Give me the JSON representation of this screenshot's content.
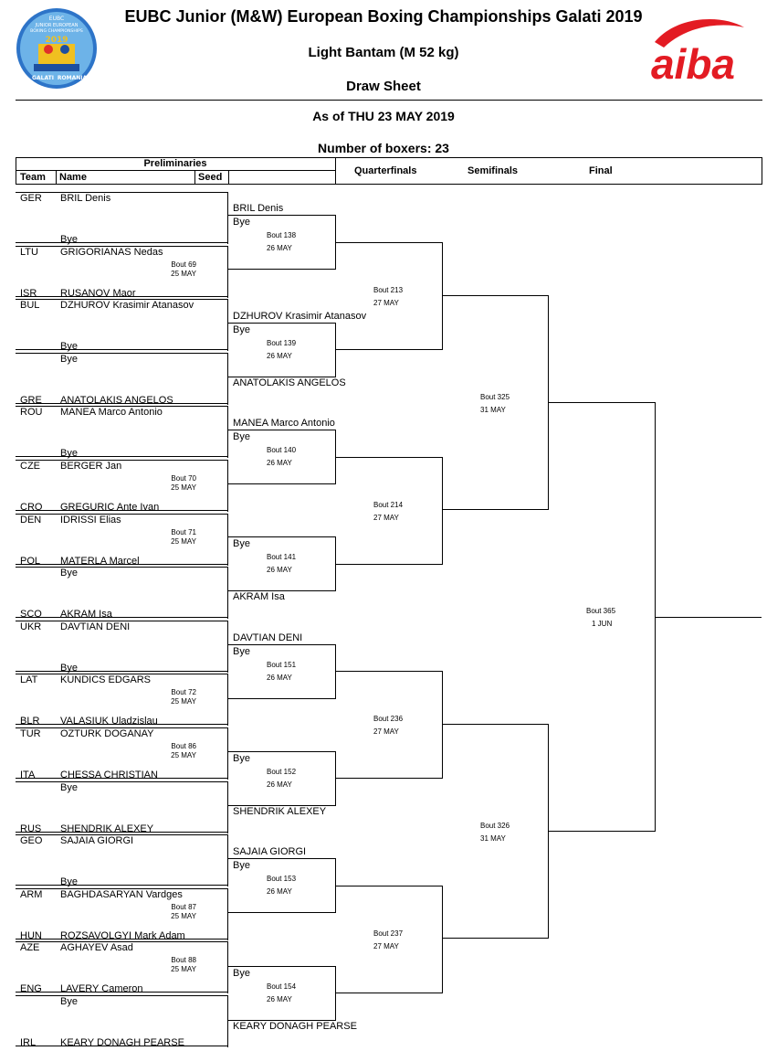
{
  "header": {
    "title": "EUBC Junior (M&W) European Boxing Championships Galati 2019",
    "weight_class": "Light Bantam (M 52 kg)",
    "sheet_type": "Draw Sheet",
    "as_of": "As of THU 23 MAY 2019",
    "boxer_count": "Number of boxers: 23"
  },
  "logos": {
    "left": {
      "year": "2019",
      "city": "GALATI",
      "country": "ROMANIA",
      "org": "EUBC",
      "line1": "JUNIOR EUROPEAN",
      "line2": "BOXING CHAMPIONSHIPS"
    },
    "right": {
      "text": "aiba",
      "color": "#e31b23"
    }
  },
  "columns": {
    "preliminaries": "Preliminaries",
    "team": "Team",
    "name": "Name",
    "seed": "Seed",
    "quarterfinals": "Quarterfinals",
    "semifinals": "Semifinals",
    "final": "Final"
  },
  "entries": [
    {
      "team": "GER",
      "name": "BRIL Denis"
    },
    {
      "team": "",
      "name": "Bye"
    },
    {
      "team": "LTU",
      "name": "GRIGORIANAS Nedas"
    },
    {
      "team": "ISR",
      "name": "RUSANOV Maor"
    },
    {
      "team": "BUL",
      "name": "DZHUROV Krasimir Atanasov"
    },
    {
      "team": "",
      "name": "Bye"
    },
    {
      "team": "",
      "name": "Bye"
    },
    {
      "team": "GRE",
      "name": "ANATOLAKIS ANGELOS"
    },
    {
      "team": "ROU",
      "name": "MANEA Marco Antonio"
    },
    {
      "team": "",
      "name": "Bye"
    },
    {
      "team": "CZE",
      "name": "BERGER Jan"
    },
    {
      "team": "CRO",
      "name": "GREGURIC Ante Ivan"
    },
    {
      "team": "DEN",
      "name": "IDRISSI Elias"
    },
    {
      "team": "POL",
      "name": "MATERLA Marcel"
    },
    {
      "team": "",
      "name": "Bye"
    },
    {
      "team": "SCO",
      "name": "AKRAM Isa"
    },
    {
      "team": "UKR",
      "name": "DAVTIAN DENI"
    },
    {
      "team": "",
      "name": "Bye"
    },
    {
      "team": "LAT",
      "name": "KUNDICS EDGARS"
    },
    {
      "team": "BLR",
      "name": "VALASIUK Uladzislau"
    },
    {
      "team": "TUR",
      "name": "OZTURK DOGANAY"
    },
    {
      "team": "ITA",
      "name": "CHESSA CHRISTIAN"
    },
    {
      "team": "",
      "name": "Bye"
    },
    {
      "team": "RUS",
      "name": "SHENDRIK ALEXEY"
    },
    {
      "team": "GEO",
      "name": "SAJAIA GIORGI"
    },
    {
      "team": "",
      "name": "Bye"
    },
    {
      "team": "ARM",
      "name": "BAGHDASARYAN Vardges"
    },
    {
      "team": "HUN",
      "name": "ROZSAVOLGYI Mark Adam"
    },
    {
      "team": "AZE",
      "name": "AGHAYEV Asad"
    },
    {
      "team": "ENG",
      "name": "LAVERY Cameron"
    },
    {
      "team": "",
      "name": "Bye"
    },
    {
      "team": "IRL",
      "name": "KEARY DONAGH PEARSE"
    }
  ],
  "prelim_bouts": [
    {
      "bout": "Bout 69",
      "date": "25 MAY"
    },
    {
      "bout": "Bout 70",
      "date": "25 MAY"
    },
    {
      "bout": "Bout 71",
      "date": "25 MAY"
    },
    {
      "bout": "Bout 72",
      "date": "25 MAY"
    },
    {
      "bout": "Bout 86",
      "date": "25 MAY"
    },
    {
      "bout": "Bout 87",
      "date": "25 MAY"
    },
    {
      "bout": "Bout 88",
      "date": "25 MAY"
    }
  ],
  "r16": [
    {
      "top": "BRIL Denis",
      "bottom": "Bye",
      "bout": "Bout 138",
      "date": "26 MAY"
    },
    {
      "top": "DZHUROV Krasimir Atanasov",
      "bottom": "Bye",
      "bout": "Bout 139",
      "date": "26 MAY",
      "bottom2": "ANATOLAKIS ANGELOS"
    },
    {
      "top": "MANEA Marco Antonio",
      "bottom": "Bye",
      "bout": "Bout 140",
      "date": "26 MAY"
    },
    {
      "top": "",
      "bottom": "Bye",
      "bout": "Bout 141",
      "date": "26 MAY",
      "bottom2": "AKRAM Isa"
    },
    {
      "top": "DAVTIAN DENI",
      "bottom": "Bye",
      "bout": "Bout 151",
      "date": "26 MAY"
    },
    {
      "top": "",
      "bottom": "Bye",
      "bout": "Bout 152",
      "date": "26 MAY",
      "bottom2": "SHENDRIK ALEXEY"
    },
    {
      "top": "SAJAIA GIORGI",
      "bottom": "Bye",
      "bout": "Bout 153",
      "date": "26 MAY"
    },
    {
      "top": "",
      "bottom": "Bye",
      "bout": "Bout 154",
      "date": "26 MAY",
      "bottom2": "KEARY DONAGH PEARSE"
    }
  ],
  "qf": [
    {
      "bout": "Bout 213",
      "date": "27 MAY"
    },
    {
      "bout": "Bout 214",
      "date": "27 MAY"
    },
    {
      "bout": "Bout 236",
      "date": "27 MAY"
    },
    {
      "bout": "Bout 237",
      "date": "27 MAY"
    }
  ],
  "sf": [
    {
      "bout": "Bout 325",
      "date": "31 MAY"
    },
    {
      "bout": "Bout 326",
      "date": "31 MAY"
    }
  ],
  "final": {
    "bout": "Bout 365",
    "date": "1 JUN"
  }
}
